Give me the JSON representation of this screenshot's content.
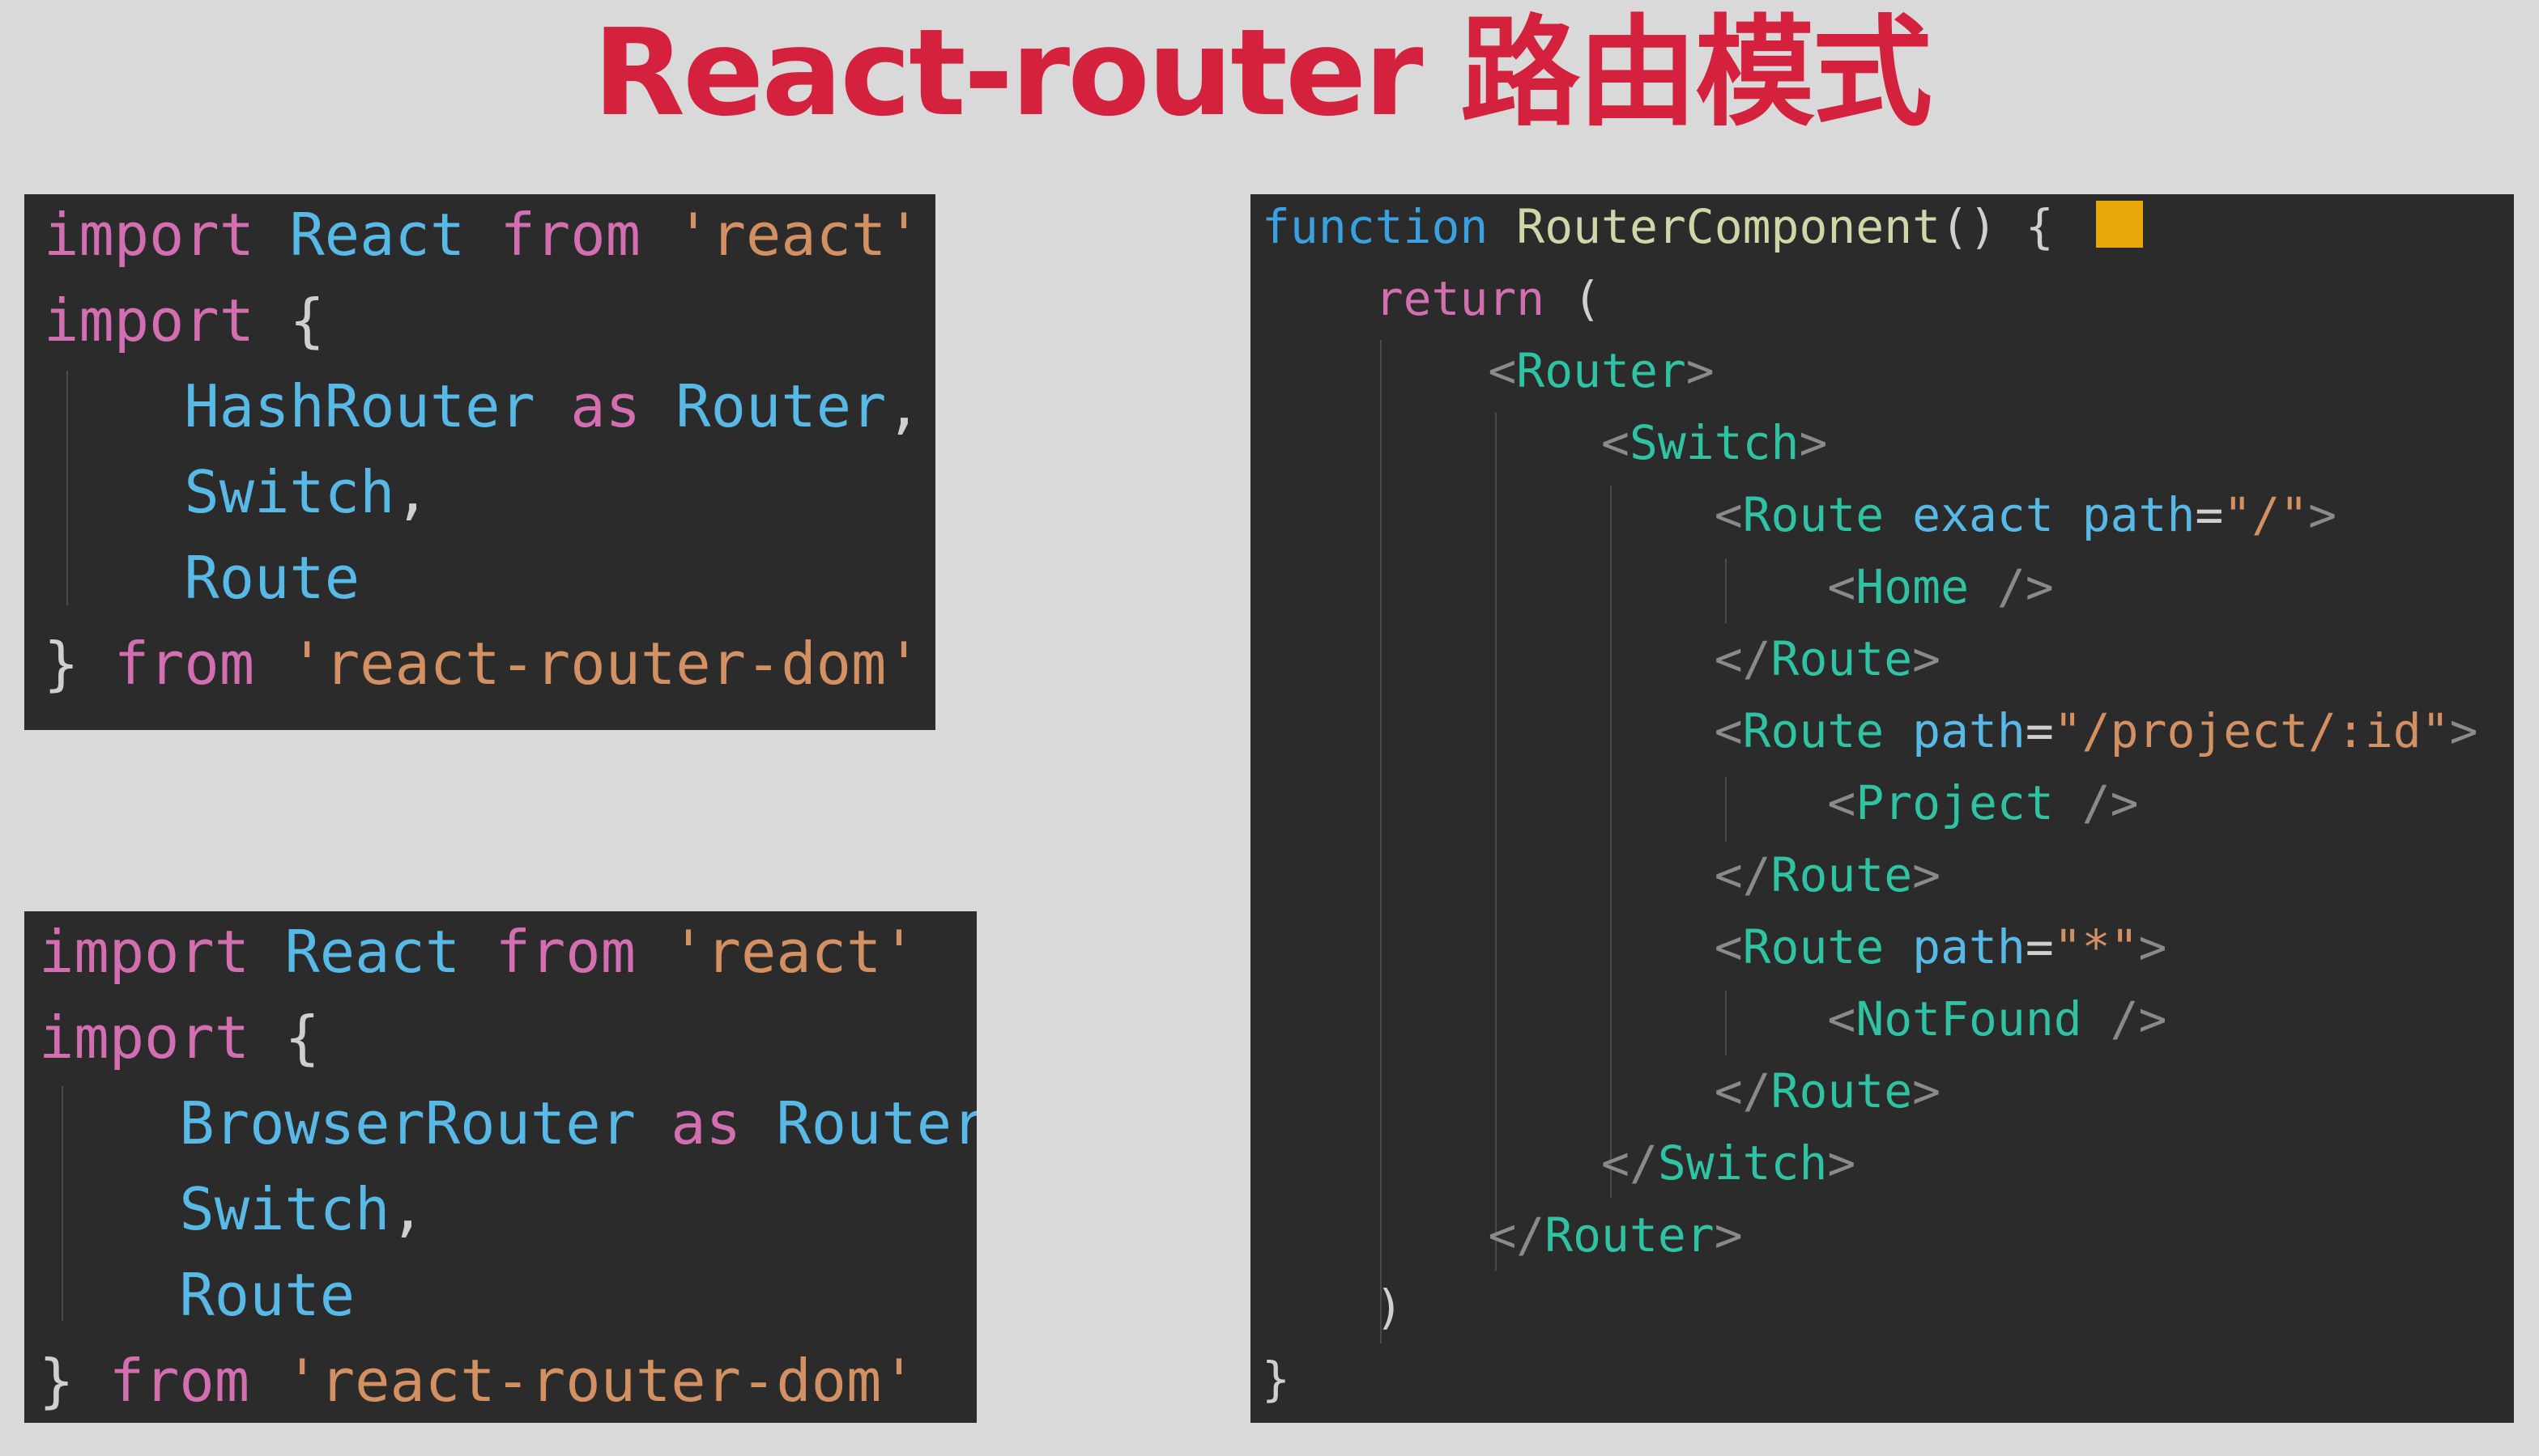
{
  "title": "React-router 路由模式",
  "hash_router_snippet": {
    "l1_kw": "import",
    "l1_id": "React",
    "l1_from": "from",
    "l1_str": "'react'",
    "l2_kw": "import",
    "l2_brace": "{",
    "l3_id": "HashRouter",
    "l3_as": "as",
    "l3_alias": "Router",
    "l3_comma": ",",
    "l4_id": "Switch",
    "l4_comma": ",",
    "l5_id": "Route",
    "l6_brace": "}",
    "l6_from": "from",
    "l6_str": "'react-router-dom'"
  },
  "browser_router_snippet": {
    "l1_kw": "import",
    "l1_id": "React",
    "l1_from": "from",
    "l1_str": "'react'",
    "l2_kw": "import",
    "l2_brace": "{",
    "l3_id": "BrowserRouter",
    "l3_as": "as",
    "l3_alias": "Router",
    "l4_id": "Switch",
    "l4_comma": ",",
    "l5_id": "Route",
    "l6_brace": "}",
    "l6_from": "from",
    "l6_str": "'react-router-dom'"
  },
  "router_component": {
    "fn_kw": "function",
    "fn_name": "RouterComponent",
    "fn_rest": "() {",
    "return_kw": "return",
    "return_paren": "(",
    "router_tag": "Router",
    "switch_tag": "Switch",
    "route_tag": "Route",
    "exact_attr": "exact",
    "path_attr": "path",
    "path_home": "\"/\"",
    "path_project": "\"/project/:id\"",
    "path_any": "\"*\"",
    "home_tag": "Home",
    "project_tag": "Project",
    "notfound_tag": "NotFound",
    "close_paren": ")",
    "close_brace": "}"
  },
  "colors": {
    "title": "#d4213d",
    "panel_bg": "#2b2b2b",
    "swatch": "#e9a80a"
  }
}
